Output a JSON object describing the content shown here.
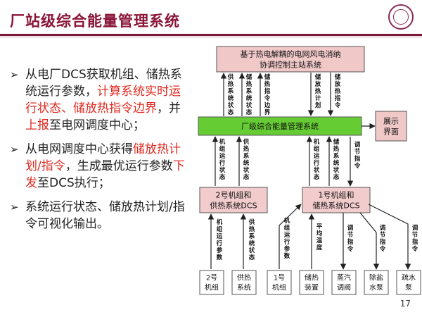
{
  "slide": {
    "title": "厂站级综合能量管理系统",
    "page_number": "17"
  },
  "bullets": [
    {
      "parts": [
        {
          "text": "从电厂DCS获取机组、储热系统运行参数，",
          "hl": false
        },
        {
          "text": "计算系统实时运行状态、储放热指令边界",
          "hl": true
        },
        {
          "text": "，并",
          "hl": false
        },
        {
          "text": "上报",
          "hl": true
        },
        {
          "text": "至电网调度中心；",
          "hl": false
        }
      ]
    },
    {
      "parts": [
        {
          "text": "从电网调度中心获得",
          "hl": false
        },
        {
          "text": "储放热计划/指令",
          "hl": true
        },
        {
          "text": "，生成最优运行参数",
          "hl": false
        },
        {
          "text": "下发",
          "hl": true
        },
        {
          "text": "至DCS执行；",
          "hl": false
        }
      ]
    },
    {
      "parts": [
        {
          "text": "系统运行状态、储放热计划/指令可视化输出。",
          "hl": false
        }
      ]
    }
  ],
  "diagram": {
    "top_box": [
      "基于热电解耦的电网风电消纳",
      "协调控制主站系统"
    ],
    "ems_box": "厂级综合能量管理系统",
    "display_box": [
      "展示",
      "界面"
    ],
    "dcs2_box": [
      "2号机组和",
      "供热系统DCS"
    ],
    "dcs1_box": [
      "1号机组和",
      "储热系统DCS"
    ],
    "up_labels_top": [
      "供热系统状态",
      "储热系统状态",
      "储热指令边界"
    ],
    "down_labels_top": [
      "储放热计划",
      "储放热指令"
    ],
    "labels_mid_left": [
      "机组运行状态",
      "供热系统状态"
    ],
    "labels_mid_right": [
      "机组运行状态",
      "储热系统状态",
      "调节指令"
    ],
    "labels_bottom_left": [
      "机组运行参数",
      "供热系统状态"
    ],
    "labels_bottom_right": [
      "机组运行参数",
      "平均温度",
      "调节指令",
      "调节指令",
      "调节指令"
    ],
    "bottom_boxes": [
      [
        "2号",
        "机组"
      ],
      [
        "供热",
        "系统"
      ],
      [
        "1号",
        "机组"
      ],
      [
        "储热",
        "装置"
      ],
      [
        "蒸汽",
        "调阀"
      ],
      [
        "除盐",
        "水泵"
      ],
      [
        "疏水",
        "泵"
      ]
    ]
  },
  "colors": {
    "title": "#8a1538",
    "highlight": "#e0281f",
    "top_box_fill": "#f0c8c8",
    "ems_fill": "#66cc33",
    "dcs_fill": "#f2cccc",
    "box_border": "#555555"
  }
}
